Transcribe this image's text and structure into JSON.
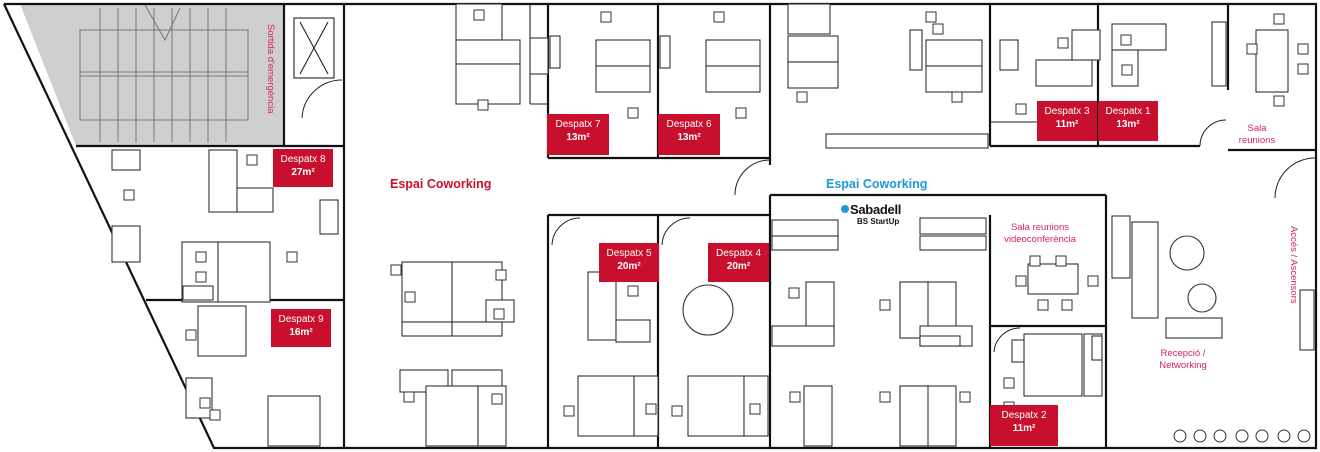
{
  "offices": [
    {
      "name": "Despatx 8",
      "size": "27m²"
    },
    {
      "name": "Despatx 9",
      "size": "16m²"
    },
    {
      "name": "Despatx 7",
      "size": "13m²"
    },
    {
      "name": "Despatx 6",
      "size": "13m²"
    },
    {
      "name": "Despatx 5",
      "size": "20m²"
    },
    {
      "name": "Despatx 4",
      "size": "20m²"
    },
    {
      "name": "Despatx 3",
      "size": "11m²"
    },
    {
      "name": "Despatx 1",
      "size": "13m²"
    },
    {
      "name": "Despatx 2",
      "size": "11m²"
    }
  ],
  "zones": {
    "coworking_left": "Espai Coworking",
    "coworking_right": "Espai Coworking",
    "emergency_exit": "Sortida d'emergència",
    "meeting_room": "Sala reunions",
    "video_room": "Sala reunions videoconferència",
    "reception": "Recepció / Networking",
    "access": "Accés / Ascensors"
  },
  "brand": {
    "name": "Sabadell",
    "sub": "BS StartUp",
    "accent_color": "#1a9ad6",
    "office_color": "#c8102e"
  }
}
